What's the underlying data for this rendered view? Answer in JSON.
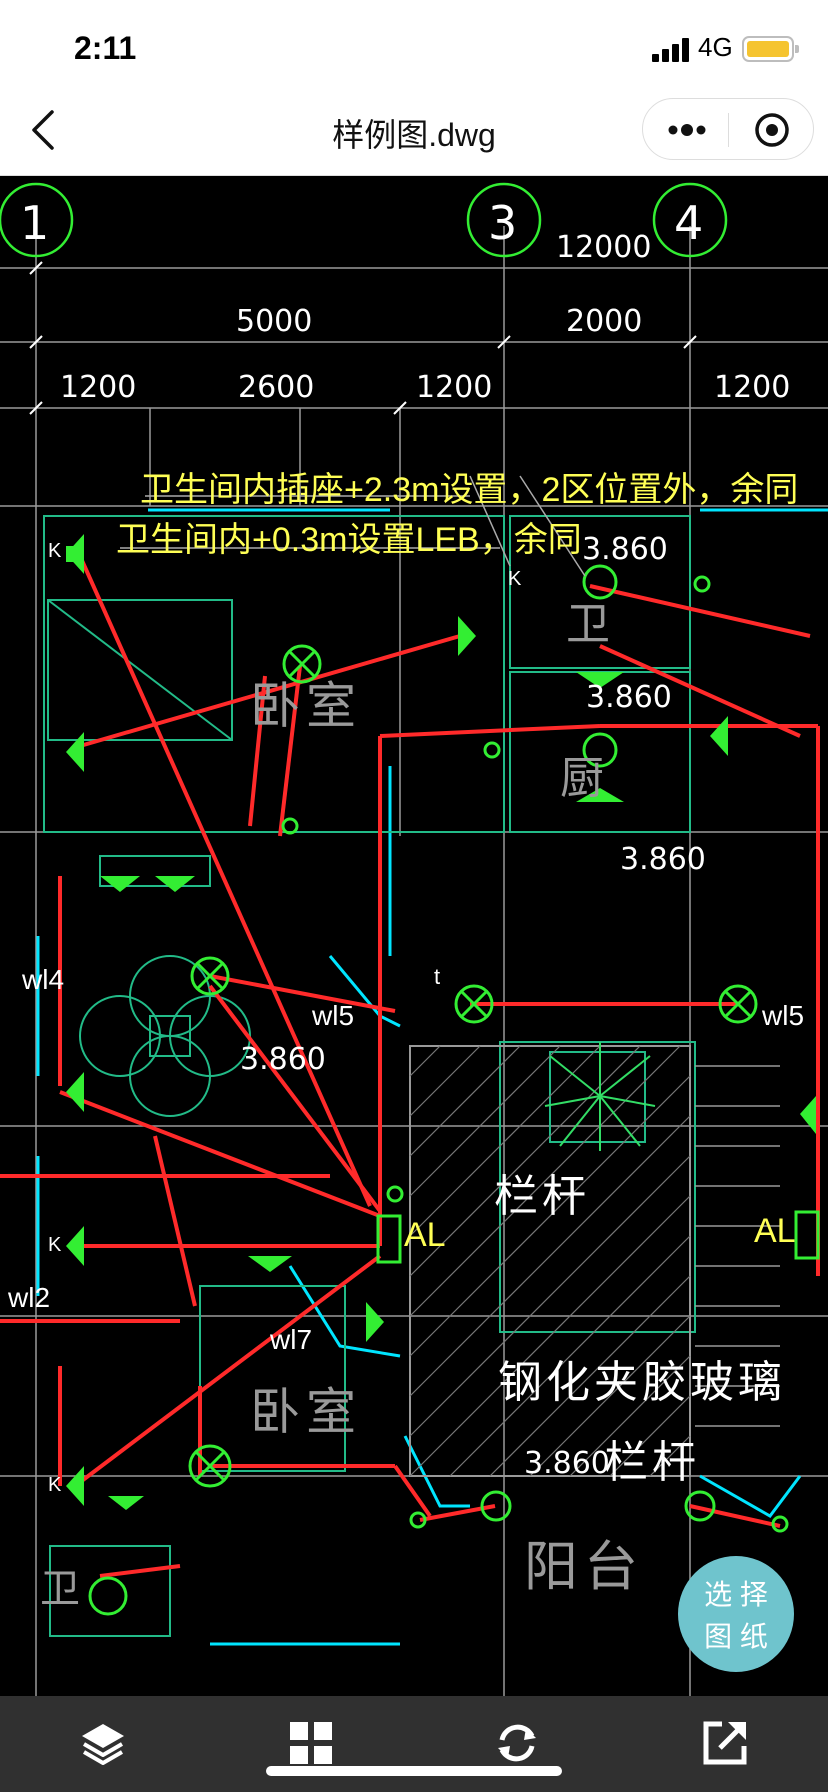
{
  "status": {
    "time": "2:11",
    "network": "4G"
  },
  "nav": {
    "title": "样例图.dwg"
  },
  "drawing": {
    "axes": [
      "1",
      "3",
      "4"
    ],
    "dims": {
      "overall": "12000",
      "d5000": "5000",
      "d2000": "2000",
      "d1200a": "1200",
      "d2600": "2600",
      "d1200b": "1200",
      "d1200c": "1200"
    },
    "notes": [
      "卫生间内插座+2.3m设置，2区位置外，余同",
      "卫生间内+0.3m设置LEB，余同"
    ],
    "elevations": [
      "3.860",
      "3.860",
      "3.860",
      "3.860",
      "3.860"
    ],
    "rooms": {
      "bedroom1": "卧室",
      "bedroom2": "卧室",
      "bath": "卫",
      "kitchen": "厨",
      "balcony": "阳台",
      "toilet": "卫"
    },
    "labels": {
      "railing1": "栏杆",
      "railing2": "栏杆",
      "glass": "钢化夹胶玻璃",
      "al_left": "AL",
      "al_right": "AL"
    },
    "circuits": {
      "wl4": "wl4",
      "wl5a": "wl5",
      "wl5b": "wl5",
      "wl2": "wl2",
      "wl7": "wl7"
    },
    "switch_marks": [
      "K",
      "K",
      "K",
      "K"
    ],
    "t_mark": "t"
  },
  "fab": {
    "line1": "选 择",
    "line2": "图 纸"
  },
  "colors": {
    "line": "#ff2a2a",
    "fixture": "#33ee33",
    "wall": "#00e5ff",
    "note": "#ffff55",
    "grid": "#888888"
  }
}
